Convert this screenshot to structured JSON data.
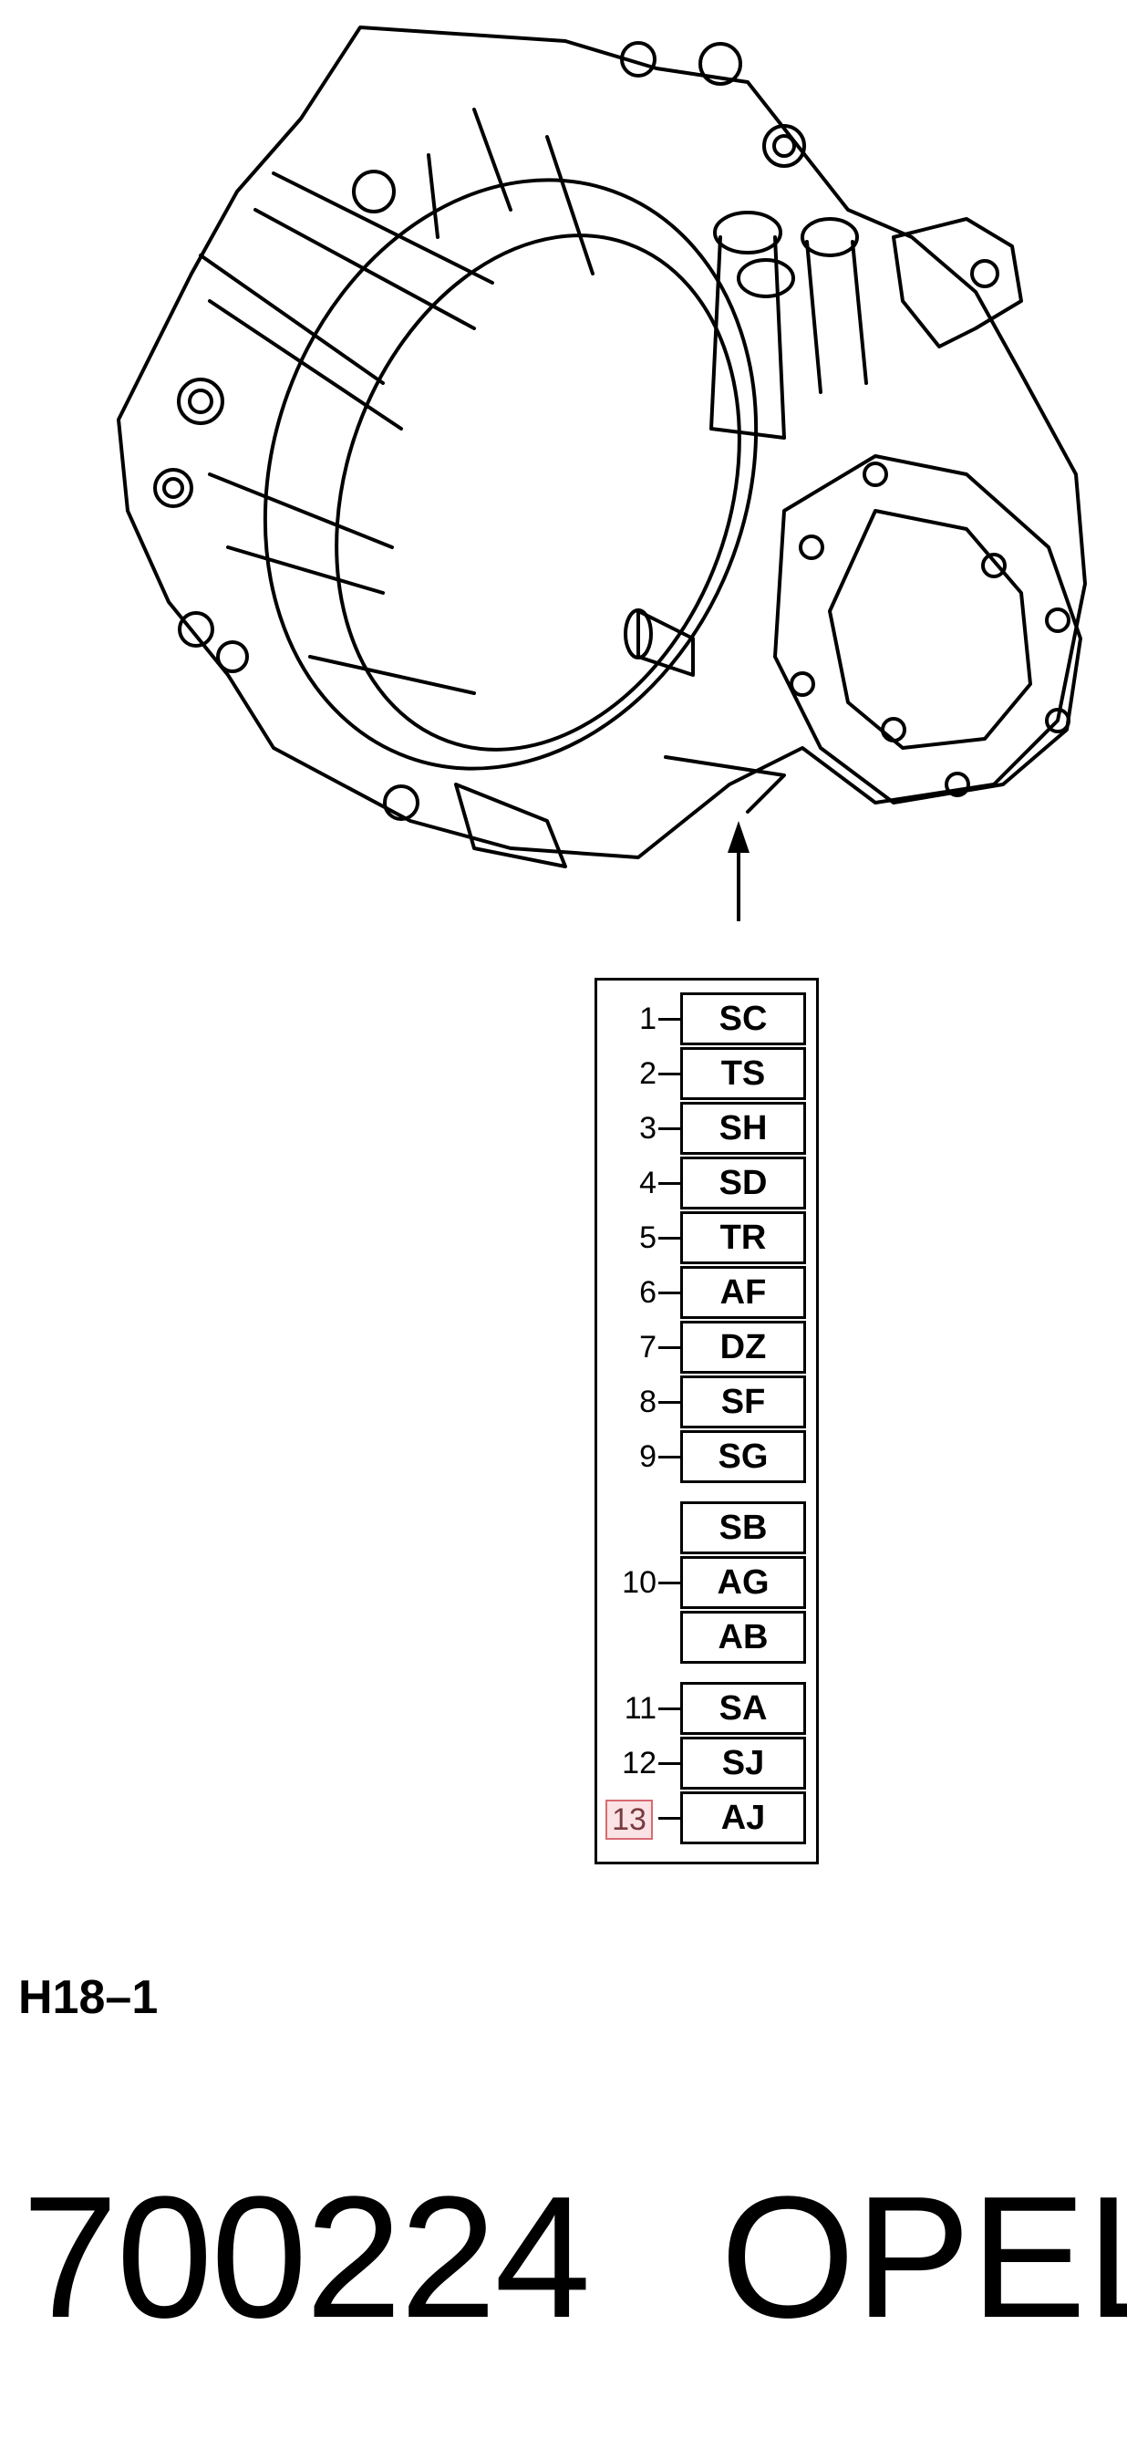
{
  "legend": {
    "groups": [
      {
        "number": "1",
        "codes": [
          "SC"
        ]
      },
      {
        "number": "2",
        "codes": [
          "TS"
        ]
      },
      {
        "number": "3",
        "codes": [
          "SH"
        ]
      },
      {
        "number": "4",
        "codes": [
          "SD"
        ]
      },
      {
        "number": "5",
        "codes": [
          "TR"
        ]
      },
      {
        "number": "6",
        "codes": [
          "AF"
        ]
      },
      {
        "number": "7",
        "codes": [
          "DZ"
        ]
      },
      {
        "number": "8",
        "codes": [
          "SF"
        ]
      },
      {
        "number": "9",
        "codes": [
          "SG"
        ]
      },
      {
        "number": "10",
        "codes": [
          "SB",
          "AG",
          "AB"
        ]
      },
      {
        "number": "11",
        "codes": [
          "SA"
        ]
      },
      {
        "number": "12",
        "codes": [
          "SJ"
        ]
      },
      {
        "number": "13",
        "codes": [
          "AJ"
        ]
      }
    ],
    "highlighted_number": "13",
    "highlight_color": "#d76b73"
  },
  "caption": "H18–1",
  "part_number": "700224",
  "brand": "OPEL"
}
